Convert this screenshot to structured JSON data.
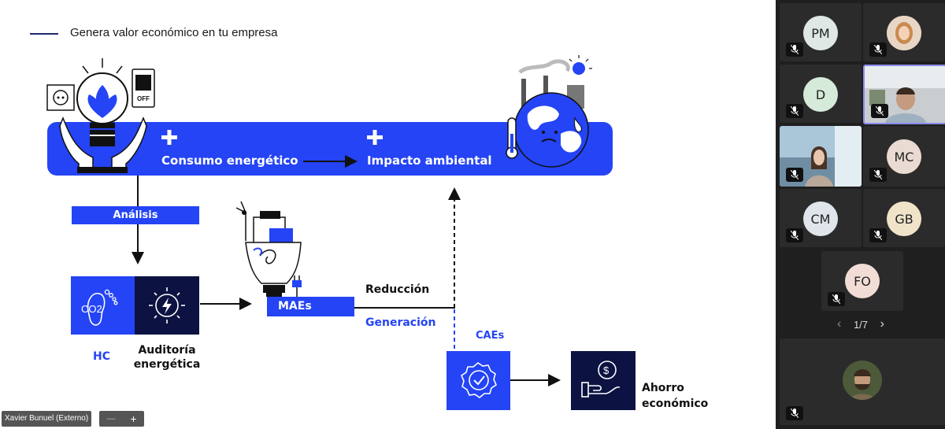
{
  "slide": {
    "heading": "Genera valor económico en tu empresa",
    "banner": {
      "left_label": "Consumo energético",
      "right_label": "Impacto ambiental",
      "plus_glyph": "+",
      "switch_label": "OFF"
    },
    "analysis_label": "Análisis",
    "hc_label": "HC",
    "audit_label": "Auditoría energética",
    "maes_label": "MAEs",
    "reduction_label": "Reducción",
    "generation_label": "Generación",
    "caes_label": "CAEs",
    "saving_label": "Ahorro económico",
    "co2_label": "CO2"
  },
  "colors": {
    "accent": "#2444f5",
    "navy": "#0c1342",
    "panel_bg": "#1f1f1f",
    "tile_bg": "#2b2b2b"
  },
  "presenter": {
    "name": "Xavier Bunuel (Externo)",
    "zoom_out": "—",
    "zoom_in": "+"
  },
  "participants": [
    {
      "initials": "PM",
      "avatar_color": "#dfe8e4",
      "muted": true
    },
    {
      "initials": "",
      "avatar_color": "#e8c9a8",
      "muted": true,
      "photo": true
    },
    {
      "initials": "D",
      "avatar_color": "#d5ead8",
      "muted": true
    },
    {
      "initials": "",
      "muted": true,
      "video": true
    },
    {
      "initials": "",
      "muted": true,
      "video": true
    },
    {
      "initials": "MC",
      "avatar_color": "#eadbd2",
      "muted": true
    },
    {
      "initials": "CM",
      "avatar_color": "#dfe5ea",
      "muted": true
    },
    {
      "initials": "GB",
      "avatar_color": "#efe4c8",
      "muted": true
    },
    {
      "initials": "FO",
      "avatar_color": "#f1ddd6",
      "muted": true
    },
    {
      "initials": "",
      "muted": true,
      "photo": true
    }
  ],
  "pager": {
    "text": "1/7",
    "prev": "‹",
    "next": "›"
  },
  "icons": [
    "mic-off-icon",
    "lightbulb-icon",
    "earth-icon",
    "footprint-icon",
    "lightning-icon",
    "badge-check-icon",
    "money-hand-icon",
    "city-bulb-icon",
    "outlet-icon",
    "switch-icon",
    "thermometer-icon"
  ]
}
